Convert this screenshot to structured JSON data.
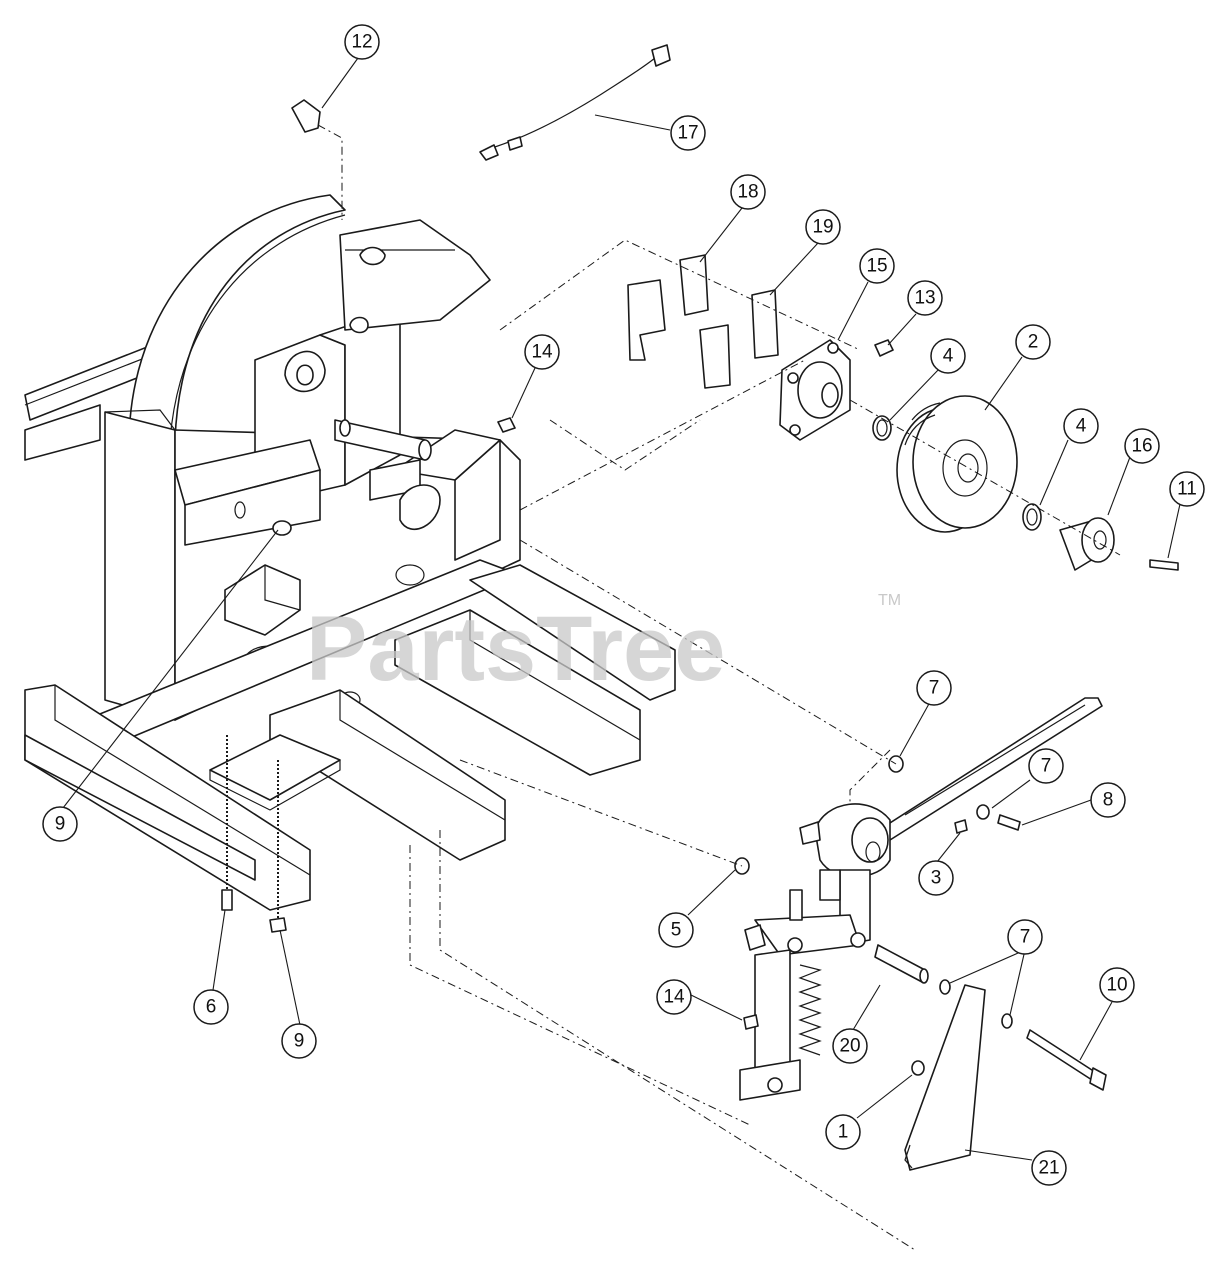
{
  "diagram": {
    "watermark": "PartsTree",
    "trademark": "TM",
    "callouts": [
      {
        "id": "c12",
        "label": "12"
      },
      {
        "id": "c17",
        "label": "17"
      },
      {
        "id": "c18",
        "label": "18"
      },
      {
        "id": "c19",
        "label": "19"
      },
      {
        "id": "c15",
        "label": "15"
      },
      {
        "id": "c13",
        "label": "13"
      },
      {
        "id": "c14a",
        "label": "14"
      },
      {
        "id": "c4a",
        "label": "4"
      },
      {
        "id": "c2",
        "label": "2"
      },
      {
        "id": "c4b",
        "label": "4"
      },
      {
        "id": "c16",
        "label": "16"
      },
      {
        "id": "c11",
        "label": "11"
      },
      {
        "id": "c7a",
        "label": "7"
      },
      {
        "id": "c7b",
        "label": "7"
      },
      {
        "id": "c8",
        "label": "8"
      },
      {
        "id": "c3",
        "label": "3"
      },
      {
        "id": "c9a",
        "label": "9"
      },
      {
        "id": "c5",
        "label": "5"
      },
      {
        "id": "c6",
        "label": "6"
      },
      {
        "id": "c9b",
        "label": "9"
      },
      {
        "id": "c14b",
        "label": "14"
      },
      {
        "id": "c20",
        "label": "20"
      },
      {
        "id": "c7c",
        "label": "7"
      },
      {
        "id": "c7d",
        "label": "7"
      },
      {
        "id": "c10",
        "label": "10"
      },
      {
        "id": "c1",
        "label": "1"
      },
      {
        "id": "c21",
        "label": "21"
      }
    ]
  }
}
